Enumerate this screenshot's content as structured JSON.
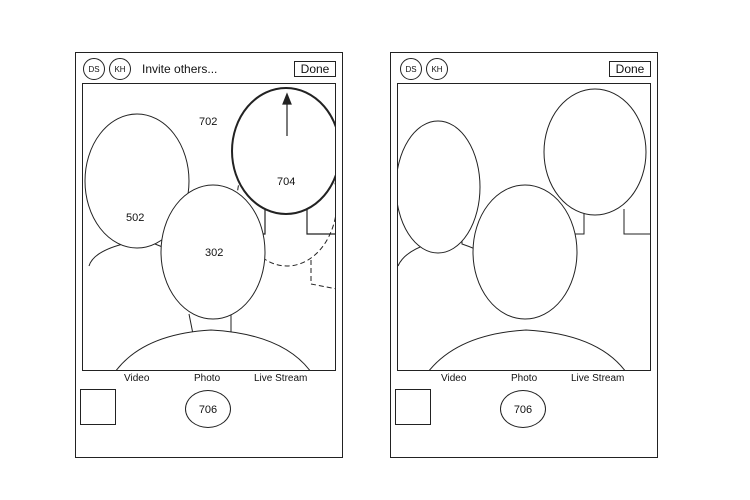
{
  "left_screen": {
    "participants": [
      "DS",
      "KH"
    ],
    "invite_label": "Invite others...",
    "done_label": "Done",
    "modes": [
      "Video",
      "Photo",
      "Live Stream"
    ],
    "shutter_label": "706",
    "labels": {
      "region": "702",
      "moving_face": "704",
      "left_face": "502",
      "center_face": "302"
    }
  },
  "right_screen": {
    "participants": [
      "DS",
      "KH"
    ],
    "done_label": "Done",
    "modes": [
      "Video",
      "Photo",
      "Live Stream"
    ],
    "shutter_label": "706"
  }
}
